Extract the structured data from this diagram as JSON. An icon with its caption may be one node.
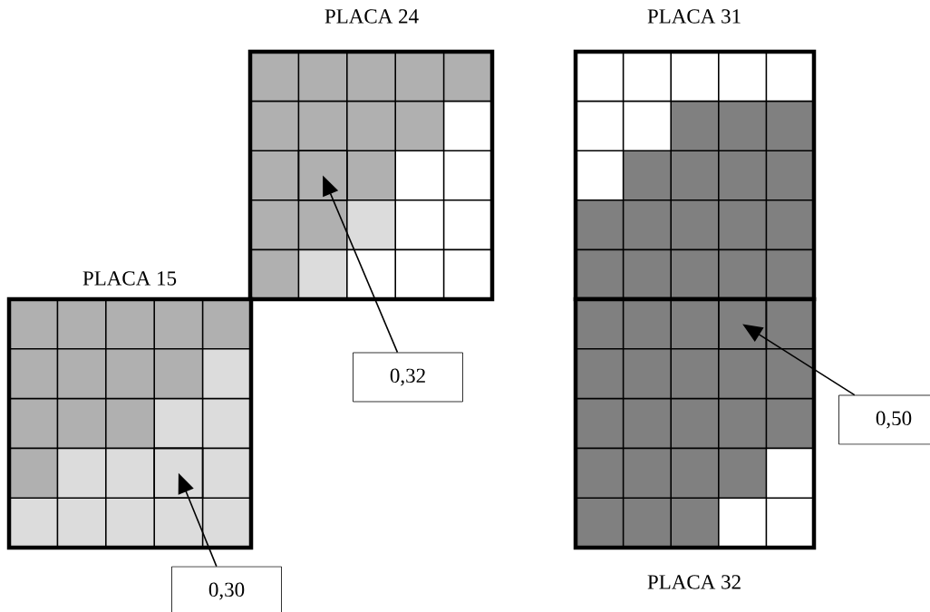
{
  "diagram": {
    "nodes": [
      {
        "text": [
          "PLACA 24"
        ]
      },
      {
        "text": [
          "PLACA 31"
        ]
      },
      {
        "text": [
          "PLACA 15"
        ]
      },
      {
        "text": [
          "PLACA 32"
        ]
      },
      {
        "text": [],
        "shape": "box",
        "in": 0
      },
      {
        "text": [],
        "shape": "box",
        "in": 2
      },
      {
        "text": [],
        "shape": "box",
        "in": 3
      },
      {
        "text": [
          "0,32"
        ]
      },
      {
        "text": [
          "0,30"
        ]
      },
      {
        "text": [
          "0,50"
        ]
      }
    ],
    "edges": [
      {
        "from": 7,
        "to": 4,
        "arrow": "to"
      },
      {
        "from": 8,
        "to": 5,
        "arrow": "to"
      },
      {
        "from": 9,
        "to": 6,
        "arrow": "to"
      }
    ]
  }
}
